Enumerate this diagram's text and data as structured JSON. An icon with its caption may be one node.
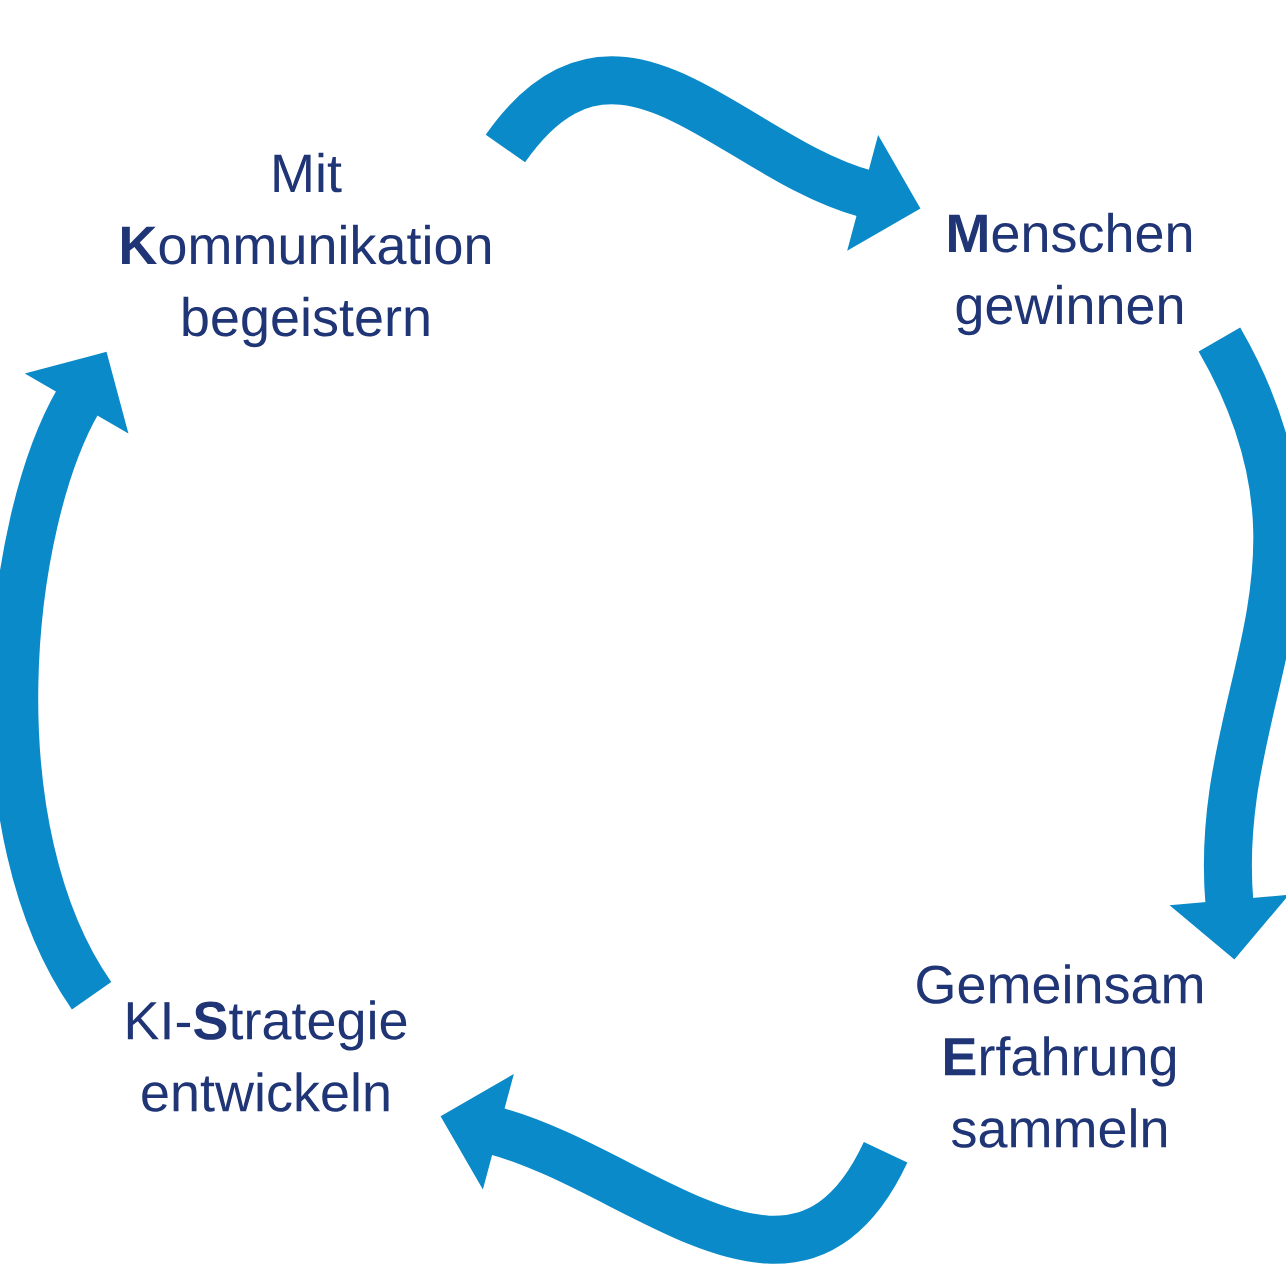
{
  "diagram": {
    "nodes": [
      {
        "text": [
          "Mit **K**ommunikation begeistern"
        ]
      },
      {
        "text": [
          "**M**enschen gewinnen"
        ]
      },
      {
        "text": [
          "Gemeinsam **E**rfahrung sammeln"
        ]
      },
      {
        "text": [
          "KI-**S**trategie entwickeln"
        ]
      }
    ],
    "edges": [
      {
        "from": 0,
        "to": 1,
        "arrow": "to"
      },
      {
        "from": 1,
        "to": 2,
        "arrow": "to"
      },
      {
        "from": 2,
        "to": 3,
        "arrow": "to"
      },
      {
        "from": 3,
        "to": 0,
        "arrow": "to"
      }
    ]
  }
}
